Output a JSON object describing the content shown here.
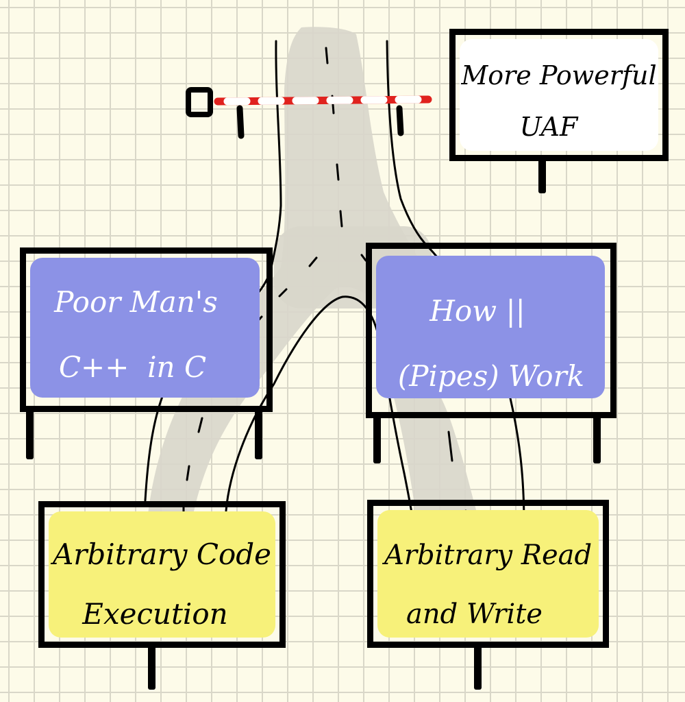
{
  "signs": {
    "uaf": {
      "line1": "More Powerful",
      "line2": "UAF"
    },
    "cpp": {
      "line1": "Poor Man's",
      "line2": "C++  in C"
    },
    "pipes": {
      "line1": "How ||",
      "line2": "(Pipes) Work"
    },
    "ace": {
      "line1": "Arbitrary Code",
      "line2": "Execution"
    },
    "arw": {
      "line1": "Arbitrary Read",
      "line2": "and Write"
    }
  },
  "colors": {
    "paper": "#fdfbe9",
    "grid": "#d9d7c8",
    "road": "#d8d6cb",
    "ink": "#000000",
    "blue_fill": "#8c92e6",
    "yellow_fill": "#f7f17a",
    "white_fill": "#ffffff",
    "barrier_red": "#e0221e",
    "barrier_white": "#ffffff"
  },
  "icons": {
    "barrier": "barrier-gate-icon",
    "road": "road-path-icon"
  }
}
